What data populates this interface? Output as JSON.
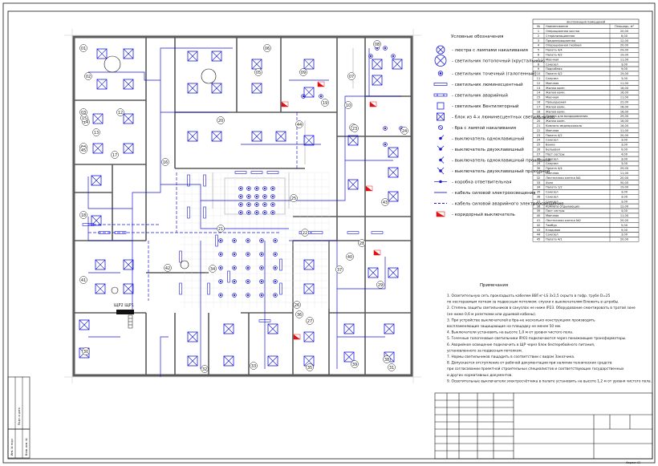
{
  "colors": {
    "wall": "#5a5a5a",
    "light_wall": "#bdbdbd",
    "wiring": "#1a1ad6",
    "switch_red": "#e01010",
    "grid": "#9a9a9a",
    "text": "#111111"
  },
  "sheet": {
    "format": "Формат А2",
    "side_stamp": [
      "Инв. № подл.",
      "Подп. и дата",
      "Взам. инв. №"
    ]
  },
  "panel": {
    "label": "ЩР2  ЩР1"
  },
  "legend": {
    "title": "Условные обозначения",
    "items": [
      {
        "icon": "x-circle",
        "text": "- люстра с лампами накаливания"
      },
      {
        "icon": "x-circle-large",
        "text": "- светильник потолочный (хрустальный)"
      },
      {
        "icon": "dot-circle",
        "text": "- светильник точечный (галогенный)"
      },
      {
        "icon": "bar",
        "text": "- светильник люминесцентный"
      },
      {
        "icon": "bar-dots",
        "text": "- светильник аварийный"
      },
      {
        "icon": "square",
        "text": "- светильник Вентиляторный"
      },
      {
        "icon": "x-square",
        "text": "- блок из 4-х люминесцентных светильников"
      },
      {
        "icon": "lamp",
        "text": "- бра с лампой накаливания"
      },
      {
        "icon": "sw1",
        "text": "- выключатель одноклавишный"
      },
      {
        "icon": "sw2",
        "text": "- выключатель двухклавишный"
      },
      {
        "icon": "sw3",
        "text": "- выключатель одноклавишный проходной"
      },
      {
        "icon": "sw4",
        "text": "- выключатель двухклавишный проходной"
      },
      {
        "icon": "box",
        "text": "- коробка ответвительная"
      },
      {
        "icon": "solid-line",
        "text": "- кабель силовой электроосвещения"
      },
      {
        "icon": "dash-line",
        "text": "- кабель силовой аварийного электроосвещения"
      },
      {
        "icon": "red-switch",
        "text": "- коридорный выключатель"
      }
    ]
  },
  "explication": {
    "title": "Экспликация помещений",
    "columns": [
      "№",
      "Наименование",
      "Площадь, м²"
    ],
    "rows": [
      [
        "1",
        "Операционная чистая",
        "20,00"
      ],
      [
        "2",
        "Стерилизационная",
        "6,00"
      ],
      [
        "3",
        "Предоперационная",
        "12,00"
      ],
      [
        "4",
        "Операционная гнойная",
        "20,00"
      ],
      [
        "5",
        "Палата 4/4",
        "29,00"
      ],
      [
        "6",
        "Палата 4/2",
        "19,00"
      ],
      [
        "7",
        "Моечная",
        "11,00"
      ],
      [
        "8",
        "Санузел",
        "3,00"
      ],
      [
        "9",
        "Подсобная",
        "9,00"
      ],
      [
        "10",
        "Палата 4/2",
        "19,00"
      ],
      [
        "11",
        "Санузел",
        "3,00"
      ],
      [
        "12",
        "Моечная",
        "11,00"
      ],
      [
        "13",
        "Жилая комн.",
        "16,00"
      ],
      [
        "14",
        "Жилая комн.",
        "16,00"
      ],
      [
        "15",
        "Моечная",
        "11,00"
      ],
      [
        "16",
        "Процедурная",
        "22,00"
      ],
      [
        "17",
        "Жилая комн.",
        "16,00"
      ],
      [
        "18",
        "Жилая комн.",
        "16,00"
      ],
      [
        "19",
        "Палата для выздоровления",
        "29,00"
      ],
      [
        "20",
        "Жилая комн.",
        "16,00"
      ],
      [
        "21",
        "Комната медперсонала",
        "16,00"
      ],
      [
        "22",
        "Моечная",
        "11,00"
      ],
      [
        "23",
        "Палата 4/2",
        "20,00"
      ],
      [
        "24",
        "Санузел",
        "3,00"
      ],
      [
        "25",
        "Ванна",
        "3,00"
      ],
      [
        "26",
        "Бельевая",
        "9,00"
      ],
      [
        "27",
        "Пост сестры",
        "4,00"
      ],
      [
        "28",
        "Санузел",
        "3,00"
      ],
      [
        "29",
        "Санузел",
        "3,00"
      ],
      [
        "30",
        "Палата 4/4",
        "29,00"
      ],
      [
        "31",
        "Моечная",
        "11,00"
      ],
      [
        "32",
        "Лестничная клетка №1",
        "20,00"
      ],
      [
        "33",
        "Холл",
        "50,00"
      ],
      [
        "34",
        "Палата 1/2",
        "19,00"
      ],
      [
        "35",
        "Санузел",
        "3,00"
      ],
      [
        "36",
        "Санузел",
        "3,00"
      ],
      [
        "37",
        "Санузел",
        "3,00"
      ],
      [
        "38",
        "Комната отдыхающих",
        "12,00"
      ],
      [
        "39",
        "Пост сестры",
        "4,00"
      ],
      [
        "40",
        "Моечная",
        "11,00"
      ],
      [
        "41",
        "Лестничная клетка №2",
        "20,00"
      ],
      [
        "42",
        "Тамбур",
        "5,00"
      ],
      [
        "43",
        "Кладовая",
        "9,00"
      ],
      [
        "44",
        "Санузел",
        "3,00"
      ],
      [
        "45",
        "Палата 4/1",
        "20,00"
      ]
    ]
  },
  "notes": {
    "title": "Примечания",
    "lines": [
      "1. Осветительную сеть прокладыать кабелем ВВГнг-LS 3х1,5 скрыто в гофр. трубе D=25",
      "по несгораемым лоткам за подвесным потолком; спуски к выключателям Вложить в штробы.",
      "2. Степень защиты светильников в санузлах не ниже IP23. Оборудование смонтировать в тратой зоне",
      "(не ниже 0,6 м розетками или душевой кабины).",
      "3. При устройстве выключателей в бра-не несколько конструкциях производить",
      "воспламеняющие защищающие на площадку не менее 50 мм.",
      "4. Выключатели установить на высоте 1,0 м от уровня чистого пола.",
      "5. Точечные галогеновые светильники IP/01 подключаются через понижающие трансформаторы.",
      "6. Аварийное освещение подключить в ЩР через блок бесперебойного питания,",
      "установленного за подвесным потолком.",
      "7. Нормы светильников пащадить в соответствии с видом Заказчика.",
      "8. Допускается отступление от рабочей документации при наличии технических средств",
      "при согласовании проектной строительных специалистов  и соответствующих государственных",
      "и других нормативных документов.",
      "9. Осветительные выключатели электросчётчика в палате установить на высоте 1,2 м от уровня чистого пола."
    ]
  },
  "rooms": [
    "01",
    "02",
    "03",
    "04",
    "05",
    "06",
    "07",
    "08",
    "09",
    "10",
    "11",
    "12",
    "13",
    "14",
    "15",
    "16",
    "17",
    "18",
    "19",
    "20",
    "21",
    "22",
    "23",
    "24",
    "25",
    "26",
    "27",
    "28",
    "29",
    "30",
    "31",
    "32",
    "33",
    "34",
    "35",
    "36",
    "37",
    "38",
    "39",
    "40",
    "41",
    "42",
    "43",
    "44",
    "45"
  ]
}
